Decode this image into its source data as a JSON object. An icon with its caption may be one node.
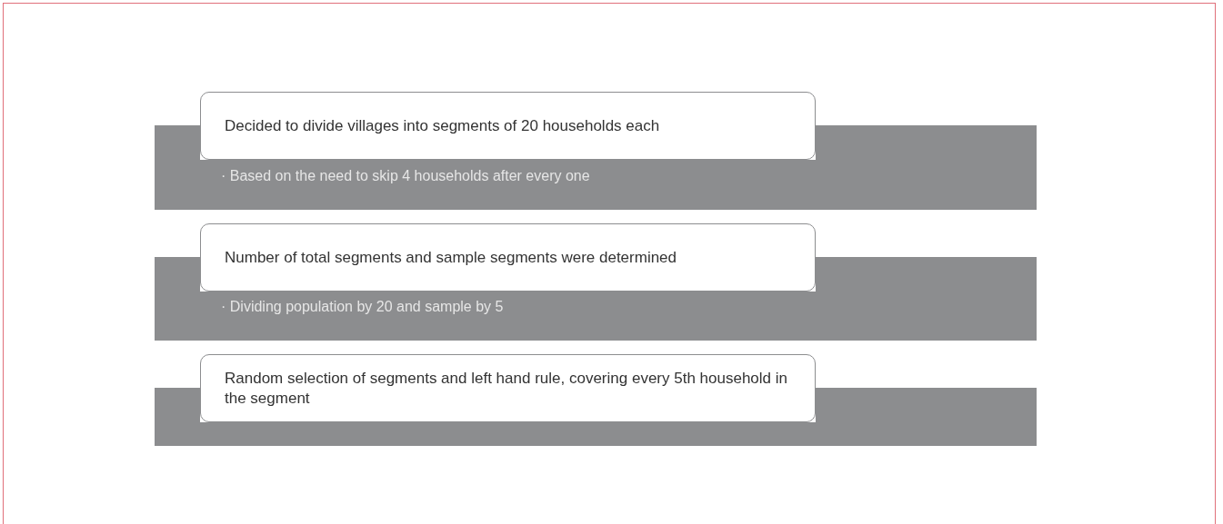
{
  "diagram": {
    "nodes": [
      {
        "text": [
          "Decided to divide villages into segments of 20 households each"
        ]
      },
      {
        "text": [
          "· Based on the need to skip 4 households after every one"
        ]
      },
      {
        "text": [
          "Number of total segments and sample segments were determined"
        ]
      },
      {
        "text": [
          "· Dividing population by 20 and sample by 5"
        ]
      },
      {
        "text": [
          "Random selection of segments and left hand rule, covering every 5th household in the segment"
        ]
      },
      {
        "text": [],
        "shape": "bar"
      }
    ]
  }
}
